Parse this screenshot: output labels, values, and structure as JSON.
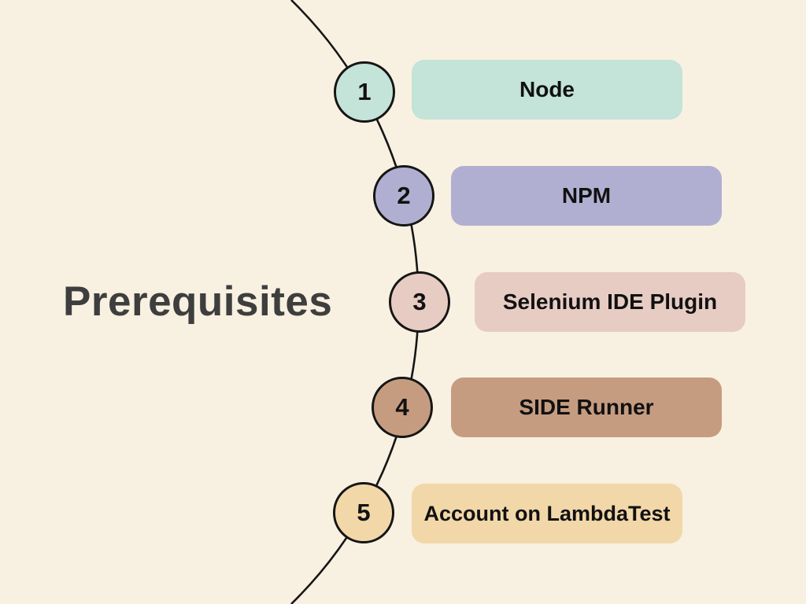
{
  "canvas": {
    "background": "#f8f1e1",
    "line_color": "#161616"
  },
  "title": {
    "text": "Prerequisites",
    "color": "#3e3e3e"
  },
  "steps": [
    {
      "number": "1",
      "label": "Node",
      "color": "#c4e3d9"
    },
    {
      "number": "2",
      "label": "NPM",
      "color": "#b1afd1"
    },
    {
      "number": "3",
      "label": "Selenium IDE Plugin",
      "color": "#e7ccc3"
    },
    {
      "number": "4",
      "label": "SIDE Runner",
      "color": "#c69c80"
    },
    {
      "number": "5",
      "label": "Account on LambdaTest",
      "color": "#f2d7a9"
    }
  ]
}
